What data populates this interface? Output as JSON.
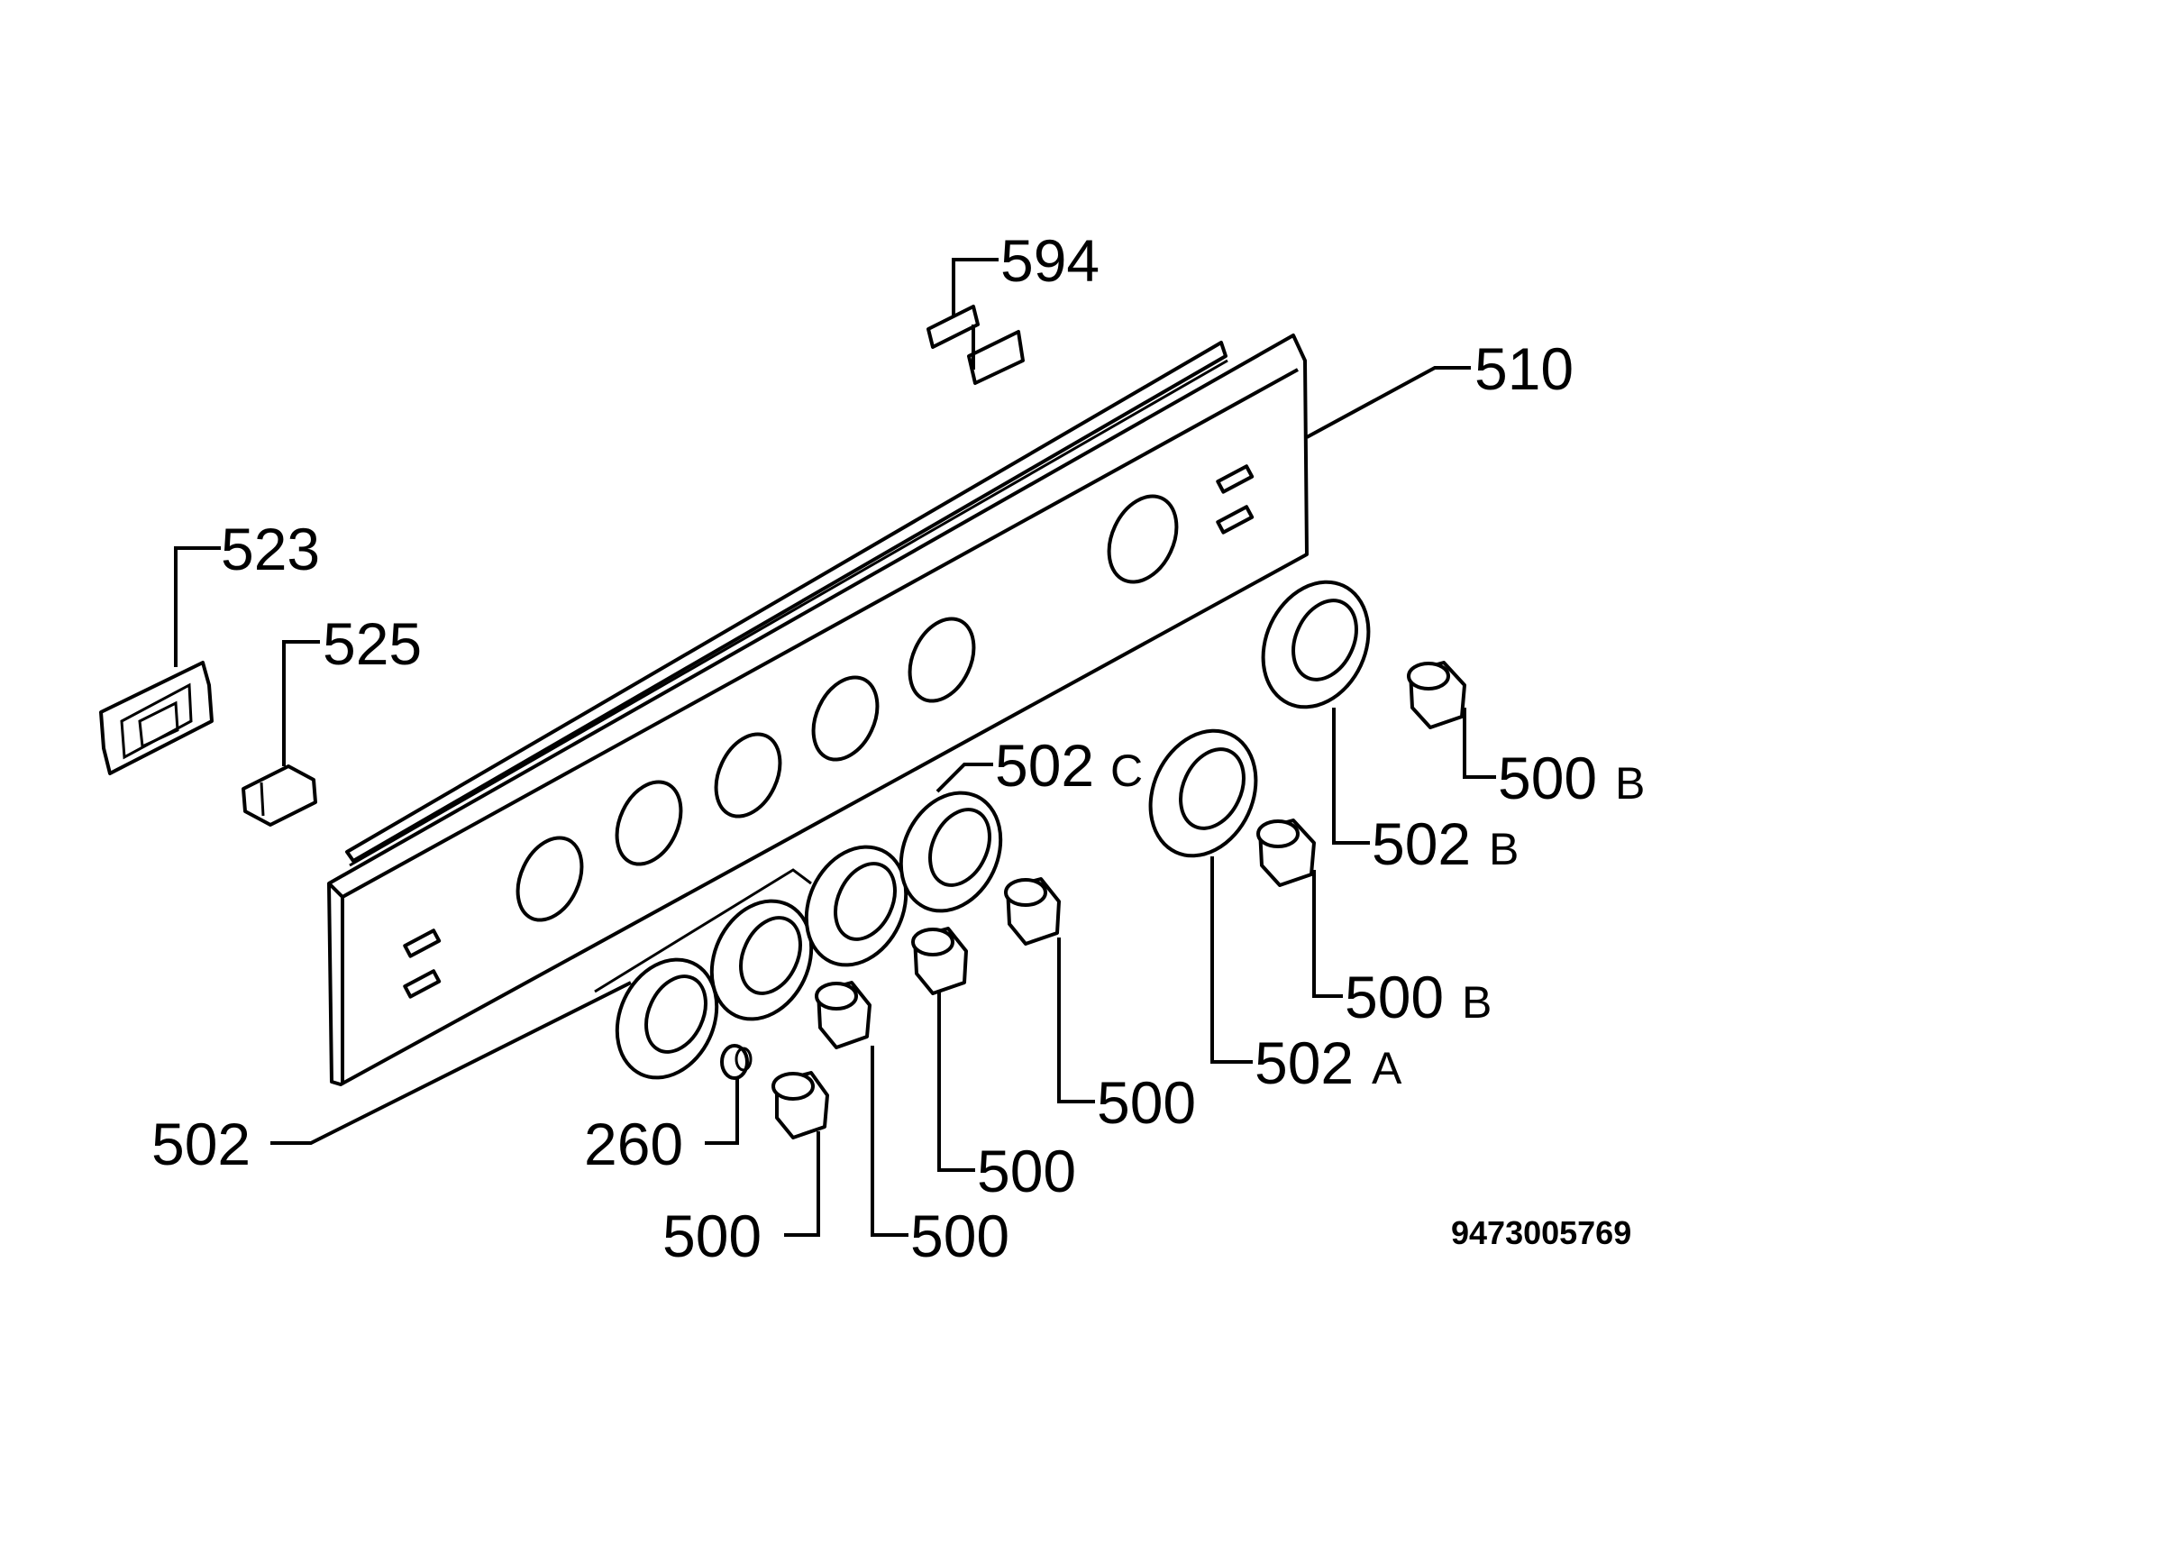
{
  "diagram": {
    "drawing_number": "9473005769",
    "labels": {
      "l594": "594",
      "l510": "510",
      "l523": "523",
      "l525": "525",
      "l502c": "502",
      "l502c_suffix": "C",
      "l500b_top": "500",
      "l500b_top_suffix": "B",
      "l502b": "502",
      "l502b_suffix": "B",
      "l500b_mid": "500",
      "l500b_mid_suffix": "B",
      "l502a": "502",
      "l502a_suffix": "A",
      "l500_r": "500",
      "l500_m": "500",
      "l500_l": "500",
      "l500_bl": "500",
      "l502": "502",
      "l260": "260"
    }
  }
}
